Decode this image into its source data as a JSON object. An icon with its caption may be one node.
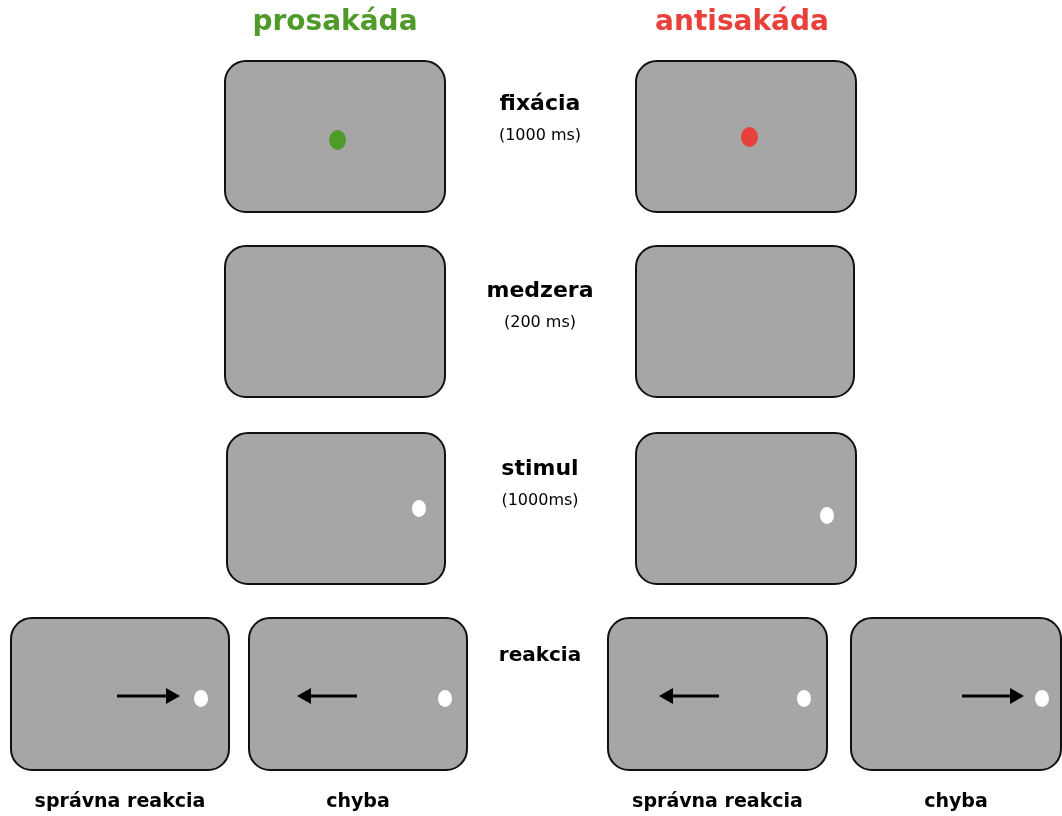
{
  "diagram": {
    "nodes": [
      {
        "text": [],
        "shape": "box"
      },
      {
        "text": [],
        "shape": "box"
      },
      {
        "text": [],
        "shape": "box"
      },
      {
        "text": [],
        "shape": "box"
      },
      {
        "text": [],
        "shape": "box"
      },
      {
        "text": [],
        "shape": "box"
      },
      {
        "text": [],
        "shape": "box",
        "beside": [
          "správna reakcia"
        ]
      },
      {
        "text": [],
        "shape": "box",
        "beside": [
          "chyba"
        ]
      },
      {
        "text": [],
        "shape": "box",
        "beside": [
          "správna reakcia"
        ]
      },
      {
        "text": [],
        "shape": "box",
        "beside": [
          "chyba"
        ]
      }
    ],
    "edges": [],
    "labels": [
      "prosakáda",
      "antisakáda",
      "fixácia",
      "(1000 ms)",
      "medzera",
      "(200 ms)",
      "stimul",
      "(1000ms)",
      "reakcia"
    ]
  }
}
